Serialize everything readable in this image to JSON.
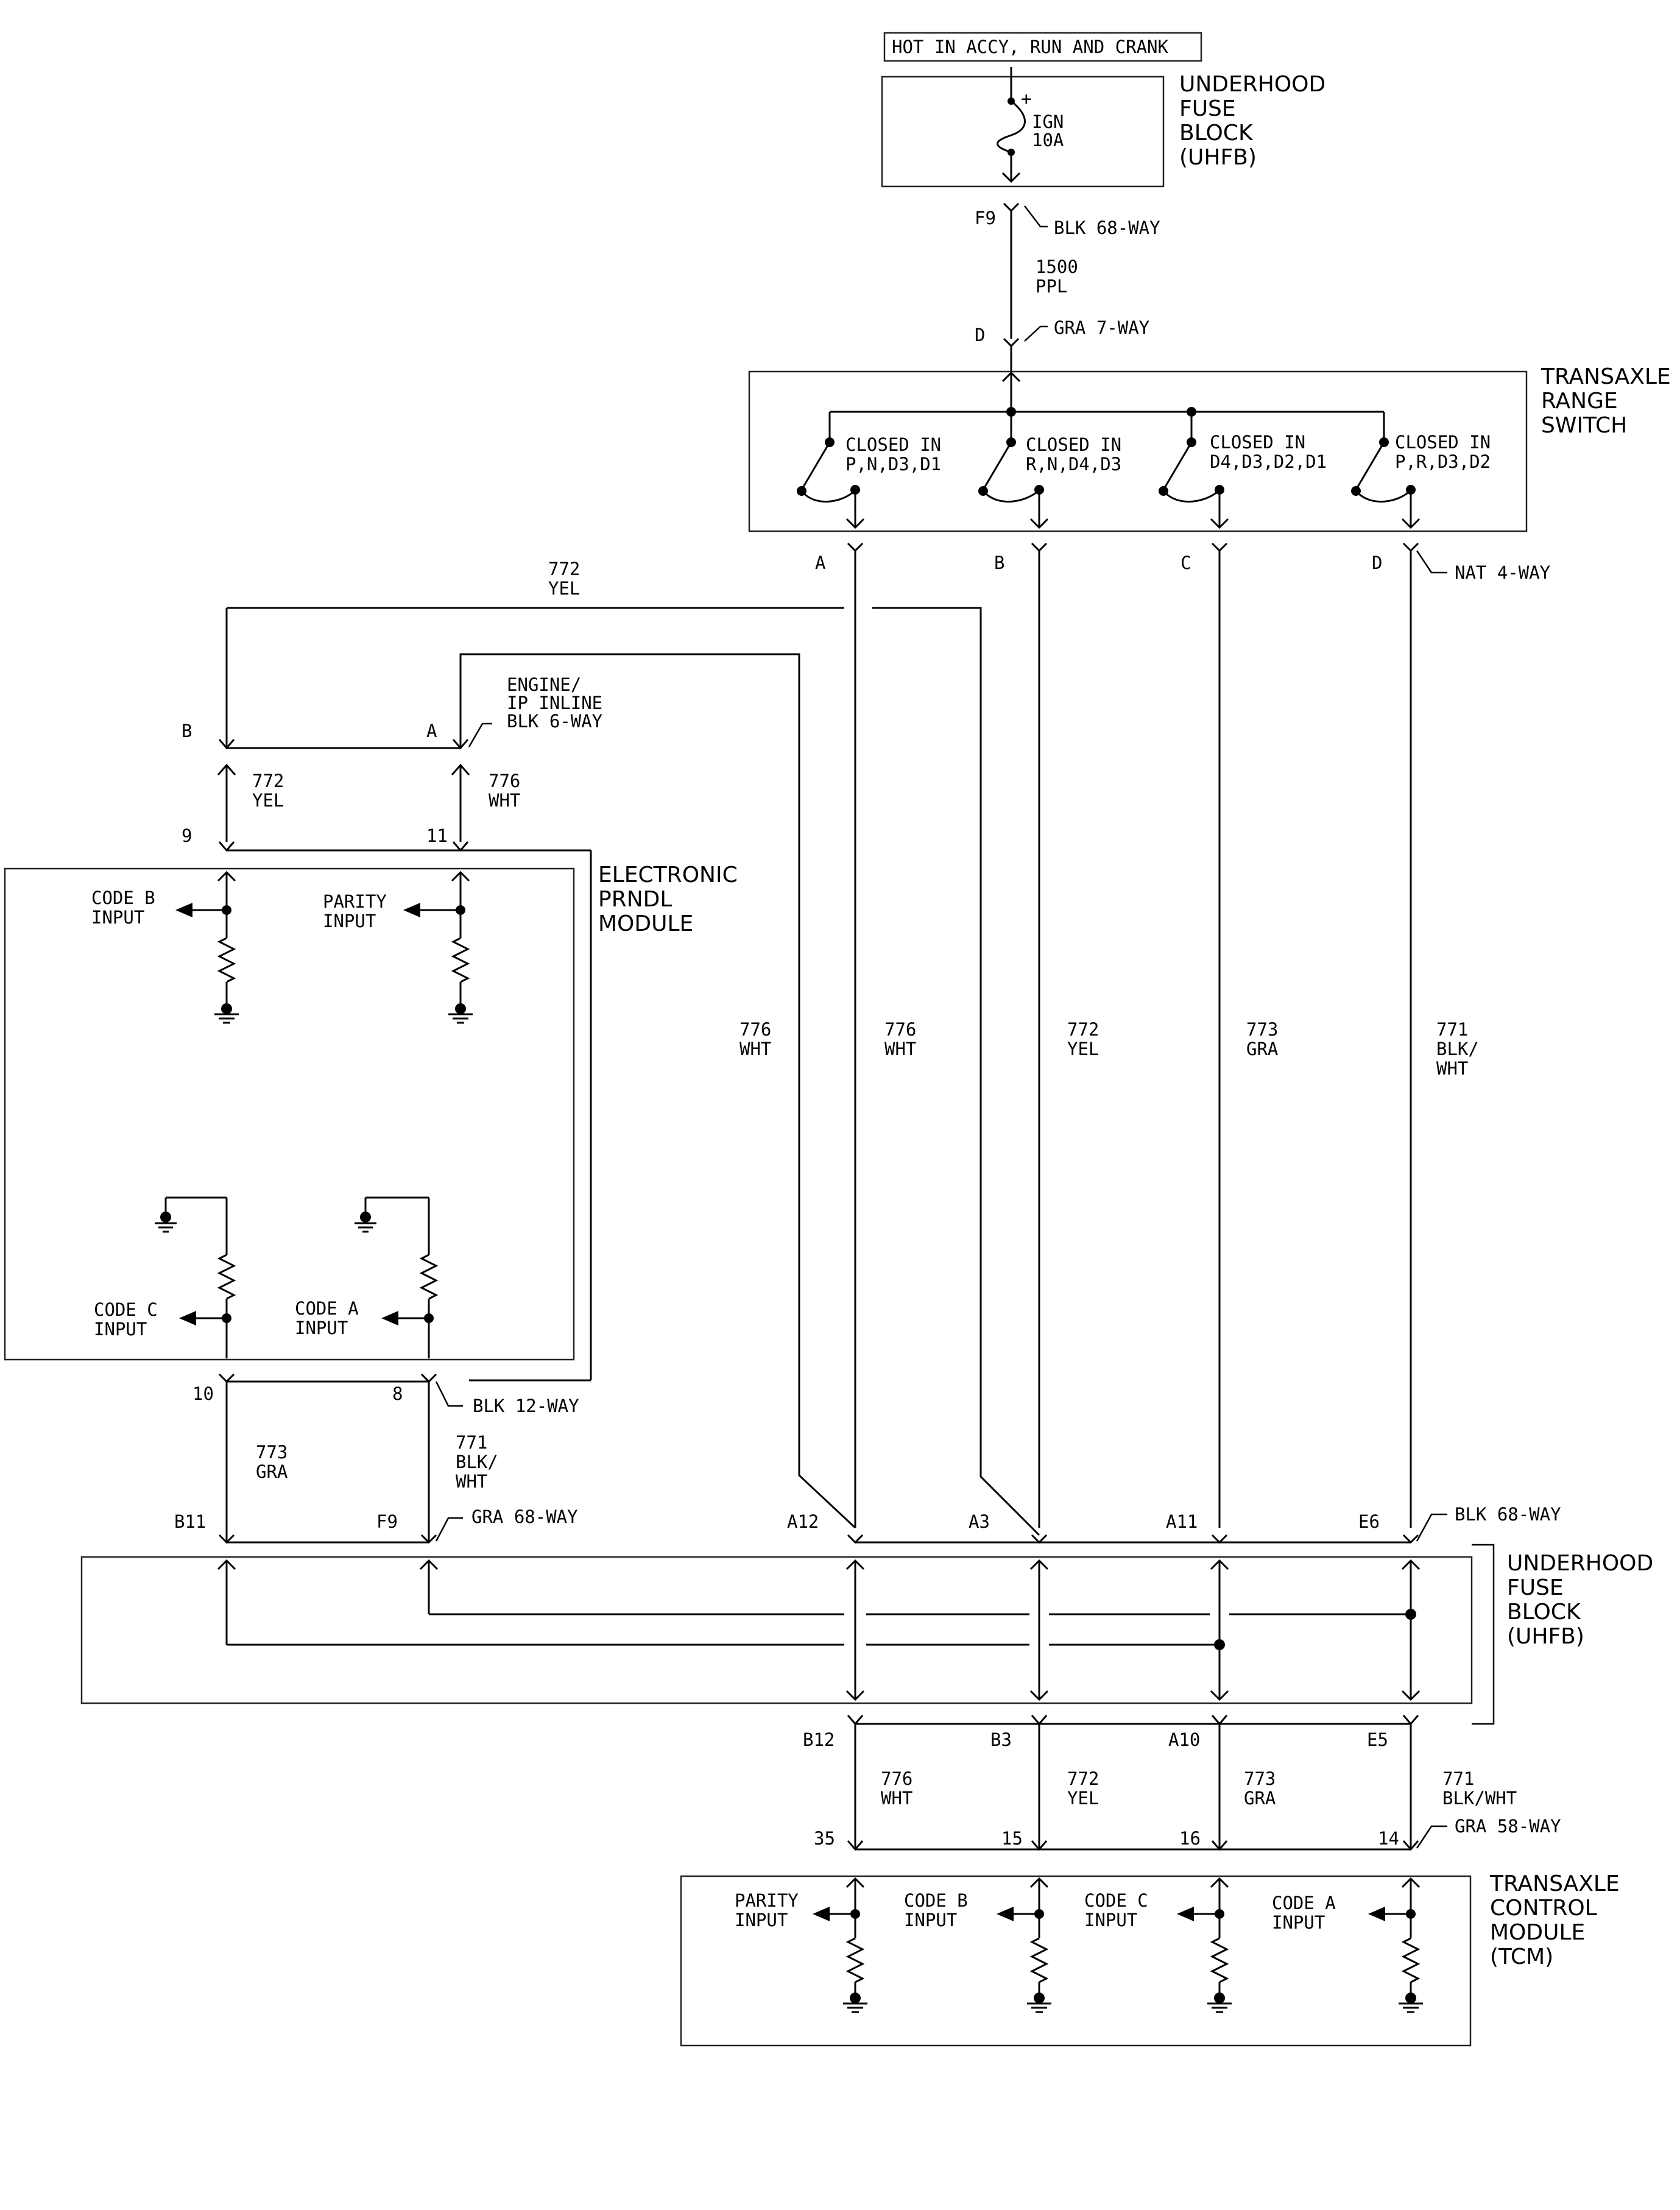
{
  "hot_label": "HOT IN ACCY, RUN AND CRANK",
  "uhfb_top": {
    "name": [
      "UNDERHOOD",
      "FUSE",
      "BLOCK",
      "(UHFB)"
    ],
    "fuse": [
      "IGN",
      "10A"
    ],
    "plus": "+"
  },
  "conn_f9": {
    "pin": "F9",
    "label": "BLK 68-WAY"
  },
  "wire_1500": [
    "1500",
    "PPL"
  ],
  "conn_d": {
    "pin": "D",
    "label": "GRA 7-WAY"
  },
  "trs": {
    "name": [
      "TRANSAXLE",
      "RANGE",
      "SWITCH"
    ],
    "switches": [
      [
        "CLOSED IN",
        "P,N,D3,D1"
      ],
      [
        "CLOSED IN",
        "R,N,D4,D3"
      ],
      [
        "CLOSED IN",
        "D4,D3,D2,D1"
      ],
      [
        "CLOSED IN",
        "P,R,D3,D2"
      ]
    ],
    "pins": [
      "A",
      "B",
      "C",
      "D"
    ],
    "conn_label": "NAT 4-WAY"
  },
  "wire_772_top": [
    "772",
    "YEL"
  ],
  "inline": {
    "label": [
      "ENGINE/",
      "IP INLINE",
      "BLK 6-WAY"
    ],
    "pin_b": "B",
    "pin_a": "A"
  },
  "wire_772_mid": [
    "772",
    "YEL"
  ],
  "wire_776_mid": [
    "776",
    "WHT"
  ],
  "prndl": {
    "pin_9": "9",
    "pin_11": "11",
    "pin_10": "10",
    "pin_8": "8",
    "name": [
      "ELECTRONIC",
      "PRNDL",
      "MODULE"
    ],
    "code_b": [
      "CODE B",
      "INPUT"
    ],
    "parity": [
      "PARITY",
      "INPUT"
    ],
    "code_c": [
      "CODE C",
      "INPUT"
    ],
    "code_a": [
      "CODE A",
      "INPUT"
    ],
    "conn_label": "BLK 12-WAY"
  },
  "riser_labels": [
    [
      "776",
      "WHT"
    ],
    [
      "776",
      "WHT"
    ],
    [
      "772",
      "YEL"
    ],
    [
      "773",
      "GRA"
    ],
    [
      "771",
      "BLK/",
      "WHT"
    ]
  ],
  "wire_773_low": [
    "773",
    "GRA"
  ],
  "wire_771_low": [
    "771",
    "BLK/",
    "WHT"
  ],
  "gra68": {
    "pin_b11": "B11",
    "pin_f9": "F9",
    "label": "GRA 68-WAY"
  },
  "blk68": {
    "pins": [
      "A12",
      "A3",
      "A11",
      "E6"
    ],
    "label": "BLK 68-WAY"
  },
  "uhfb_bottom": {
    "name": [
      "UNDERHOOD",
      "FUSE",
      "BLOCK",
      "(UHFB)"
    ]
  },
  "uhfb_out": {
    "pins": [
      "B12",
      "B3",
      "A10",
      "E5"
    ]
  },
  "tcm_wires": [
    [
      "776",
      "WHT"
    ],
    [
      "772",
      "YEL"
    ],
    [
      "773",
      "GRA"
    ],
    [
      "771",
      "BLK/WHT"
    ]
  ],
  "tcm_conn": {
    "pins": [
      "35",
      "15",
      "16",
      "14"
    ],
    "label": "GRA 58-WAY"
  },
  "tcm": {
    "name": [
      "TRANSAXLE",
      "CONTROL",
      "MODULE",
      "(TCM)"
    ],
    "inputs": [
      [
        "PARITY",
        "INPUT"
      ],
      [
        "CODE B",
        "INPUT"
      ],
      [
        "CODE C",
        "INPUT"
      ],
      [
        "CODE A",
        "INPUT"
      ]
    ]
  }
}
